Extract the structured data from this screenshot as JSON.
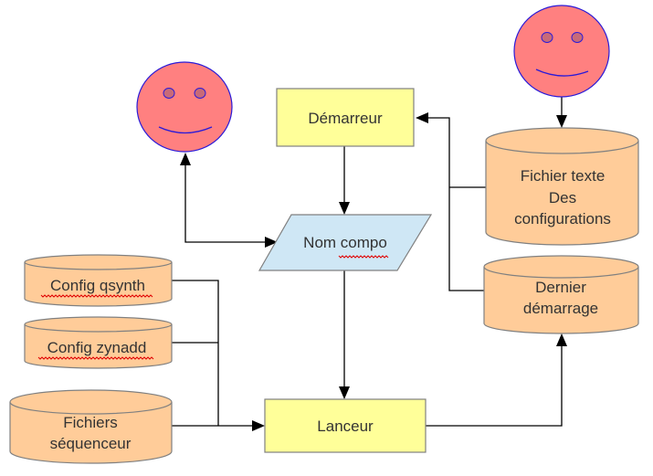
{
  "colors": {
    "process_fill": "#ffff99",
    "process_stroke": "#808080",
    "data_fill": "#cfe7f5",
    "storage_fill": "#ffcc99",
    "smiley_fill": "#ff8080",
    "smiley_stroke": "#2020e0",
    "smiley_eye": "#c06070"
  },
  "nodes": {
    "demarreur": {
      "label": "Démarreur"
    },
    "nom_compo": {
      "label": "Nom compo",
      "spellcheck_word": "compo"
    },
    "lanceur": {
      "label": "Lanceur"
    },
    "fichier_texte": {
      "lines": [
        "Fichier texte",
        "Des",
        "configurations"
      ]
    },
    "dernier_demarrage": {
      "lines": [
        "Dernier",
        "démarrage"
      ]
    },
    "config_qsynth": {
      "label": "Config qsynth"
    },
    "config_zynadd": {
      "label": "Config zynadd"
    },
    "fichiers_sequenceur": {
      "lines": [
        "Fichiers",
        "séquenceur"
      ]
    },
    "user_left": {
      "type": "smiley"
    },
    "user_right": {
      "type": "smiley"
    }
  },
  "edges": [
    {
      "from": "demarreur",
      "to": "nom_compo"
    },
    {
      "from": "user_left",
      "to": "nom_compo",
      "bidirectional": true
    },
    {
      "from": "nom_compo",
      "to": "lanceur"
    },
    {
      "from": "user_right",
      "to": "fichier_texte"
    },
    {
      "from": "fichier_texte",
      "to": "demarreur"
    },
    {
      "from": "dernier_demarrage",
      "to": "demarreur"
    },
    {
      "from": "config_qsynth",
      "to": "lanceur"
    },
    {
      "from": "config_zynadd",
      "to": "lanceur"
    },
    {
      "from": "fichiers_sequenceur",
      "to": "lanceur"
    },
    {
      "from": "lanceur",
      "to": "dernier_demarrage"
    }
  ]
}
